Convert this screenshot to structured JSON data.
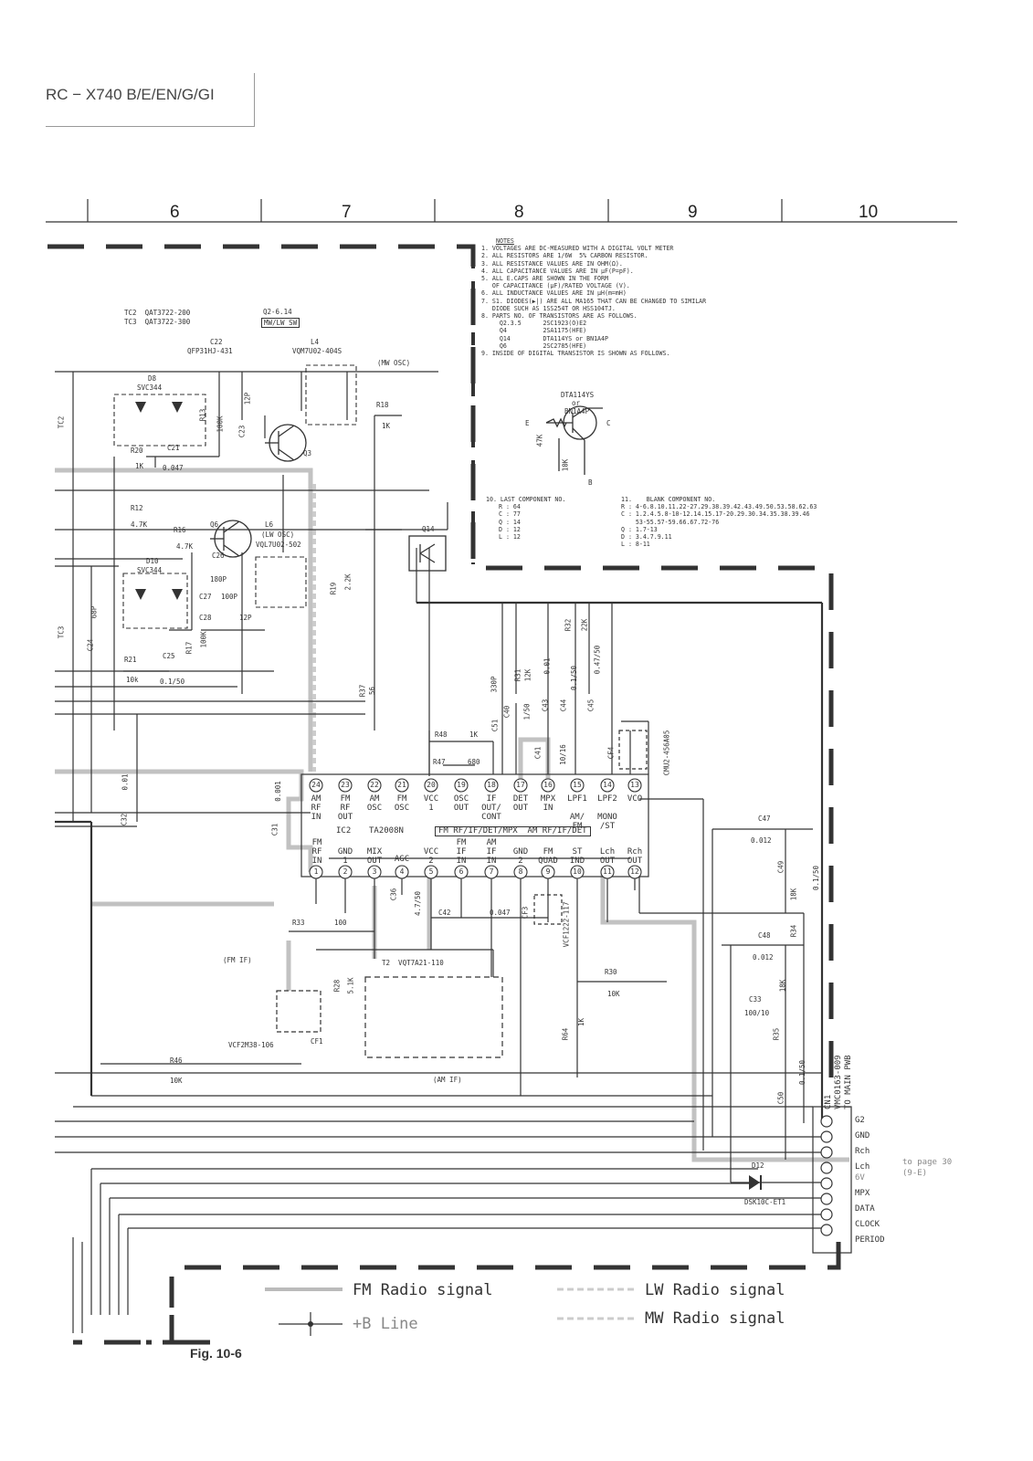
{
  "header": {
    "model": "RC − X740 B/E/EN/G/GI"
  },
  "columns": [
    "6",
    "7",
    "8",
    "9",
    "10"
  ],
  "notes": {
    "title": "NOTES",
    "lines": [
      "1. VOLTAGES ARE DC-MEASURED WITH A DIGITAL VOLT METER",
      "2. ALL RESISTORS ARE 1/6W  5% CARBON RESISTOR.",
      "3. ALL RESISTANCE VALUES ARE IN OHM(Ω).",
      "4. ALL CAPACITANCE VALUES ARE IN μF(P=pF).",
      "5. ALL E.CAPS ARE SHOWN IN THE FORM",
      "   OF CAPACITANCE (μF)/RATED VOLTAGE (V).",
      "6. ALL INDUCTANCE VALUES ARE IN μH(m=mH)",
      "7. S1. DIODES(▶|) ARE ALL MA165 THAT CAN BE CHANGED TO SIMILAR",
      "   DIODE SUCH AS 1SS254T OR HSS104TJ.",
      "8. PARTS NO. OF TRANSISTORS ARE AS FOLLOWS.",
      "     Q2.3.5      2SC1923(O)E2",
      "     Q4          2SA1175(HFE)",
      "     Q14         DTA114YS or BN1A4P",
      "     Q6          2SC2785(HFE)",
      "9. INSIDE OF DIGITAL TRANSISTOR IS SHOWN AS FOLLOWS."
    ],
    "dt_name": "DTA114YS",
    "dt_or": "or",
    "dt_alt": "BN1A4P",
    "dt_r1": "47K",
    "dt_r2": "10K",
    "dt_e": "E",
    "dt_c": "C",
    "dt_b": "B",
    "last_title": "10. LAST COMPONENT NO.",
    "last_lines": [
      "R : 64",
      "C : 77",
      "Q : 14",
      "D : 12",
      "L : 12"
    ],
    "blank_title": "11.    BLANK COMPONENT NO.",
    "blank_lines": [
      "R : 4-6.8.10.11.22-27.29.38.39.42.43.49.50.53.58.62.63",
      "C : 1.2.4.5.8-10-12.14.15.17-20.29.30.34.35.38.39.46",
      "    53-55.57-59.66.67.72-76",
      "Q : 1.7-13",
      "D : 3.4.7.9.11",
      "L : 8-11"
    ]
  },
  "components": {
    "tc2": "TC2  QAT3722-200",
    "tc3": "TC3  QAT3722-300",
    "q2": "Q2-6.14",
    "mwlw": "MW/LW SW",
    "c22": "C22",
    "qfp": "QFP31HJ-431",
    "l4": "L4",
    "vqm": "VQM7U02-404S",
    "mwosc": "(MW OSC)",
    "d8": "D8",
    "svc1": "SVC344",
    "r13": "R13",
    "r13v": "100K",
    "c23": "C23",
    "c23v": "12P",
    "r18": "R18",
    "r18v": "1K",
    "q3": "Q3",
    "r20": "R20",
    "r20v": "1K",
    "c21": "C21",
    "c21v": "0.047",
    "tc2s": "TC2",
    "r12": "R12",
    "r12v": "4.7K",
    "r16": "R16",
    "r16v": "4.7K",
    "q6": "Q6",
    "l6": "L6",
    "lwosc": "(LW OSC)",
    "vql": "VQL7U02-502",
    "d10": "D10",
    "svc2": "SVC344",
    "c26": "C26",
    "c26v": "180P",
    "c27": "C27",
    "c27v": "100P",
    "c28": "C28",
    "c28v": "12P",
    "q14": "Q14",
    "r19": "R19",
    "r19v": "2.2K",
    "tc3s": "TC3",
    "c24": "C24",
    "c24v": "68P",
    "r17": "R17",
    "r17v": "100K",
    "r21": "R21",
    "r21v": "10k",
    "c25": "C25",
    "c25v": "0.1/50",
    "r37": "R37",
    "r37v": "56",
    "c51": "C51",
    "c51v": "330P",
    "r31": "R31",
    "r31v": "12K",
    "c43": "C43",
    "c43v": "0.01",
    "c44": "C44",
    "c44v": "0.1/50",
    "r32": "R32",
    "r32v": "22K",
    "c45": "C45",
    "c45v": "0.47/50",
    "c40": "C40",
    "c40v": "1/50",
    "r48": "R48",
    "r48v": "1K",
    "c41": "C41",
    "c41v": "10/16",
    "cf4": "CF4",
    "cmu": "CMU2-456A05",
    "r47": "R47",
    "r47v": "680",
    "c31": "C31",
    "c31v": "0.001",
    "c32": "C32",
    "c32v": "0.01",
    "c47": "C47",
    "c47v": "0.012",
    "c49": "C49",
    "c49v": "0.1/50",
    "r34": "R34",
    "r34v": "18K",
    "c36": "C36",
    "c36v": "4.7/50",
    "c42": "C42",
    "c42v": "0.047",
    "cf3": "CF3",
    "vcf1": "VCF1222-117",
    "c48": "C48",
    "c48v": "0.012",
    "r33": "R33",
    "r33v": "100",
    "fmif": "(FM IF)",
    "t2": "T2  VQT7A21-110",
    "r28": "R28",
    "r28v": "5.1K",
    "r30": "R30",
    "r30v": "10K",
    "c33": "C33",
    "c33v": "100/10",
    "r35": "R35",
    "r35v": "18K",
    "r64": "R64",
    "r64v": "1K",
    "vcf2": "VCF2M38-106",
    "cf1": "CF1",
    "c50": "C50",
    "c50v": "0.1/50",
    "r46": "R46",
    "r46v": "10K",
    "amif": "(AM IF)",
    "d12": "D12",
    "dsk": "DSK10C-ET1"
  },
  "ic": {
    "name": "IC2",
    "part": "TA2008N",
    "func": "FM RF/IF/DET/MPX  AM RF/IF/DET",
    "top_pins": [
      {
        "n": "24",
        "label": "AM\nRF\nIN"
      },
      {
        "n": "23",
        "label": "FM\nRF\nOUT"
      },
      {
        "n": "22",
        "label": "AM\nOSC"
      },
      {
        "n": "21",
        "label": "FM\nOSC"
      },
      {
        "n": "20",
        "label": "VCC\n1"
      },
      {
        "n": "19",
        "label": "OSC\nOUT"
      },
      {
        "n": "18",
        "label": "IF\nOUT/\nCONT"
      },
      {
        "n": "17",
        "label": "DET\nOUT"
      },
      {
        "n": "16",
        "label": "MPX\nIN"
      },
      {
        "n": "15",
        "label": "LPF1\n\nAM/\nFM"
      },
      {
        "n": "14",
        "label": "LPF2\n\nMONO\n/ST"
      },
      {
        "n": "13",
        "label": "VCO"
      }
    ],
    "bottom_pins": [
      {
        "n": "1",
        "label": "FM\nRF\nIN"
      },
      {
        "n": "2",
        "label": "GND\n1"
      },
      {
        "n": "3",
        "label": "MIX\nOUT"
      },
      {
        "n": "4",
        "label": "AGC"
      },
      {
        "n": "5",
        "label": "VCC\n2"
      },
      {
        "n": "6",
        "label": "FM\nIF\nIN"
      },
      {
        "n": "7",
        "label": "AM\nIF\nIN"
      },
      {
        "n": "8",
        "label": "GND\n2"
      },
      {
        "n": "9",
        "label": "FM\nQUAD"
      },
      {
        "n": "10",
        "label": "ST\nIND"
      },
      {
        "n": "11",
        "label": "Lch\nOUT"
      },
      {
        "n": "12",
        "label": "Rch\nOUT"
      }
    ]
  },
  "connector": {
    "name": "CN1",
    "part": "VMC0163-009",
    "dest": "TO MAIN PWB",
    "pins": [
      "G2",
      "GND",
      "Rch",
      "Lch",
      "MPX",
      "DATA",
      "CLOCK",
      "PERIOD"
    ],
    "lch_voltage": "6V",
    "to_page": "to page 30",
    "to_page_ref": "(9-E)"
  },
  "legend": {
    "fm": "FM Radio signal",
    "lw": "LW Radio signal",
    "b": "+B Line",
    "mw": "MW Radio signal"
  },
  "figure": "Fig. 10-6",
  "colors": {
    "line": "#333333",
    "signal": "#bbbbbb"
  }
}
